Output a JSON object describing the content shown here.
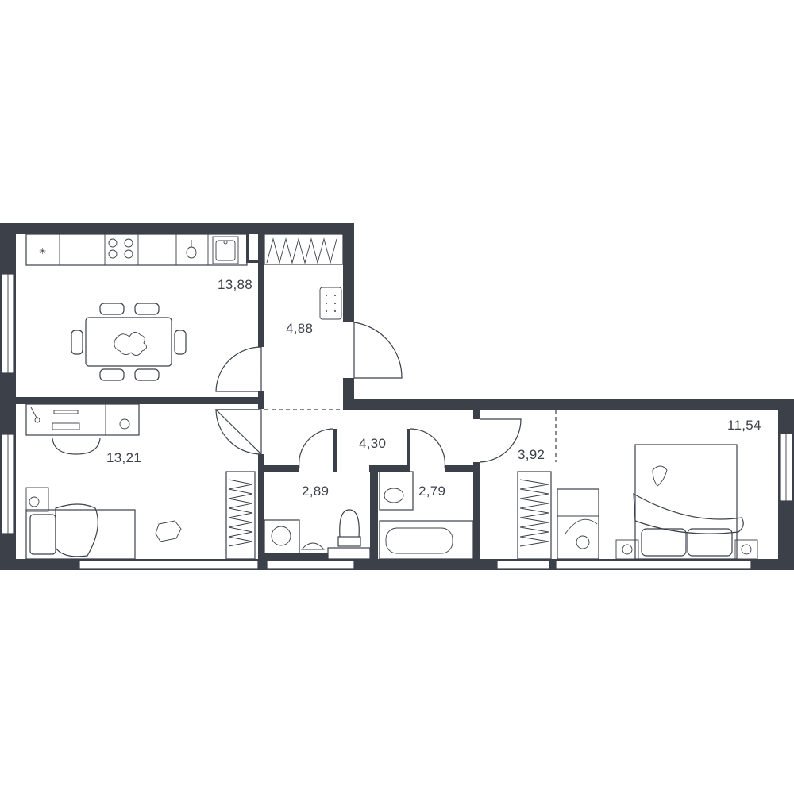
{
  "rooms": [
    {
      "id": "kitchen-living",
      "area": "13,88"
    },
    {
      "id": "hallway",
      "area": "4,88"
    },
    {
      "id": "bedroom-left",
      "area": "13,21"
    },
    {
      "id": "corridor",
      "area": "4,30"
    },
    {
      "id": "wc",
      "area": "2,89"
    },
    {
      "id": "bathroom",
      "area": "2,79"
    },
    {
      "id": "wardrobe",
      "area": "3,92"
    },
    {
      "id": "bedroom-right",
      "area": "11,54"
    }
  ],
  "colors": {
    "wall": "#3b4049",
    "background": "#ffffff"
  }
}
